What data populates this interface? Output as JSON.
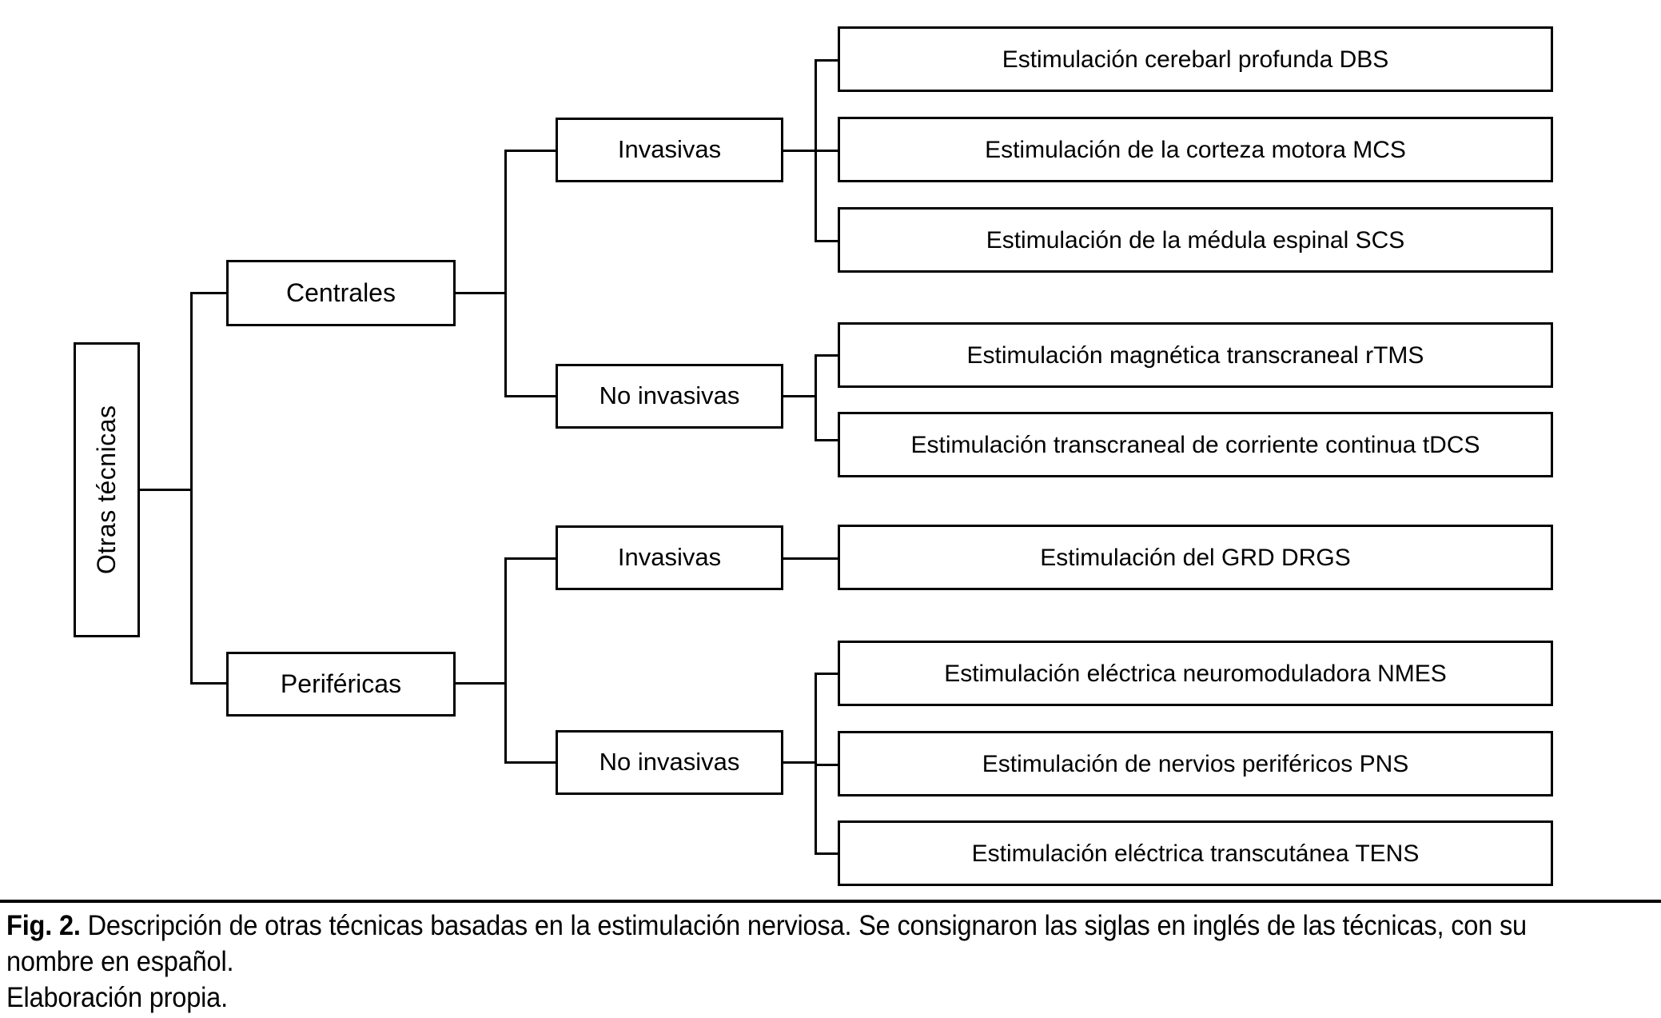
{
  "figure": {
    "root": {
      "label": "Otras técnicas"
    },
    "branches": [
      {
        "label": "Centrales",
        "groups": [
          {
            "label": "Invasivas",
            "items": [
              "Estimulación cerebarl profunda DBS",
              "Estimulación de la corteza motora MCS",
              "Estimulación de la médula espinal SCS"
            ]
          },
          {
            "label": "No invasivas",
            "items": [
              "Estimulación magnética transcraneal rTMS",
              "Estimulación transcraneal de corriente continua tDCS"
            ]
          }
        ]
      },
      {
        "label": "Periféricas",
        "groups": [
          {
            "label": "Invasivas",
            "items": [
              "Estimulación del GRD DRGS"
            ]
          },
          {
            "label": "No invasivas",
            "items": [
              "Estimulación eléctrica neuromoduladora NMES",
              "Estimulación de nervios periféricos PNS",
              "Estimulación eléctrica transcutánea TENS"
            ]
          }
        ]
      }
    ]
  },
  "caption": {
    "figure_label": "Fig. 2.",
    "text": " Descripción de otras técnicas basadas en la estimulación nerviosa. Se consignaron las siglas en inglés de las técnicas, con su nombre en español.",
    "source": "Elaboración propia."
  },
  "colors": {
    "stroke": "#000000",
    "background": "#ffffff",
    "text": "#000000"
  }
}
